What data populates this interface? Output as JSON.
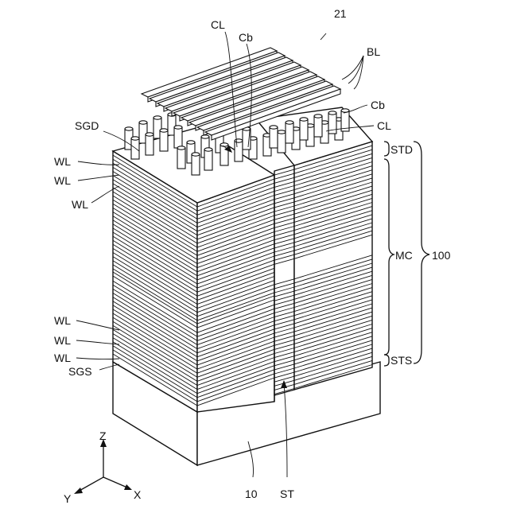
{
  "figure_number": "21",
  "labels": {
    "CL_top": "CL",
    "Cb_top": "Cb",
    "BL": "BL",
    "Cb_right": "Cb",
    "CL_right": "CL",
    "SGD": "SGD",
    "WL_1": "WL",
    "WL_2": "WL",
    "WL_3": "WL",
    "WL_4": "WL",
    "WL_5": "WL",
    "WL_6": "WL",
    "SGS": "SGS",
    "STD": "STD",
    "MC": "MC",
    "STS": "STS",
    "group_100": "100",
    "substrate_10": "10",
    "ST": "ST"
  },
  "axes": {
    "z": "Z",
    "y": "Y",
    "x": "X"
  }
}
